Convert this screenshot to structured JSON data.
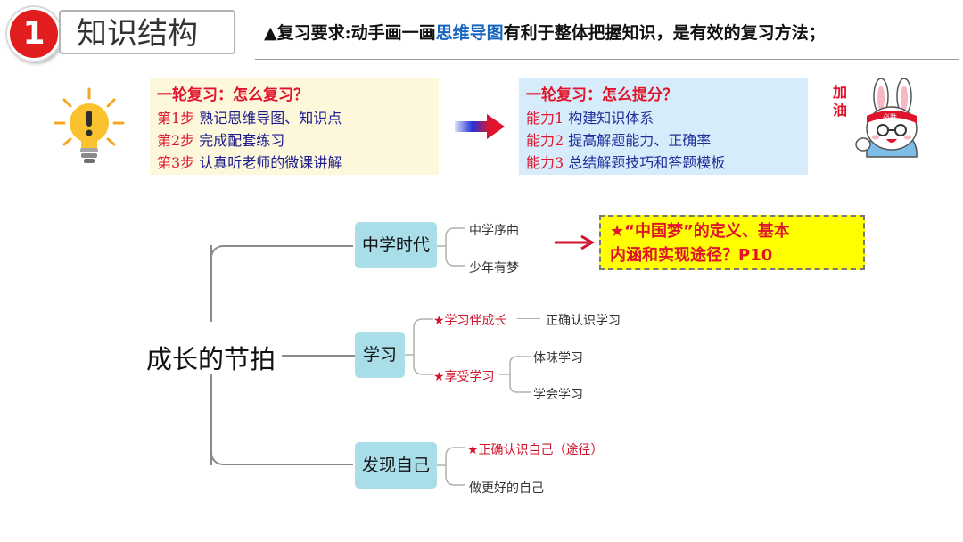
{
  "header": {
    "number": "1",
    "title": "知识结构",
    "requirement_prefix": "▲复习要求:动手画一画",
    "requirement_highlight": "思维导图",
    "requirement_suffix": "有利于整体把握知识，是有效的复习方法；"
  },
  "left_box": {
    "title": "一轮复习：怎么复习？",
    "steps": [
      {
        "key": "第1步",
        "text": "熟记思维导图、知识点"
      },
      {
        "key": "第2步",
        "text": "完成配套练习"
      },
      {
        "key": "第3步",
        "text": "认真听老师的微课讲解"
      }
    ]
  },
  "right_box": {
    "title": "一轮复习：怎么提分？",
    "steps": [
      {
        "key": "能力1",
        "text": "构建知识体系"
      },
      {
        "key": "能力2",
        "text": "提高解题能力、正确率"
      },
      {
        "key": "能力3",
        "text": "总结解题技巧和答题模板"
      }
    ]
  },
  "mascot": {
    "cheer_text": "加油",
    "headband_text": "必胜"
  },
  "mindmap": {
    "root": "成长的节拍",
    "branches": [
      {
        "label": "中学时代",
        "leaves": [
          "中学序曲",
          "少年有梦"
        ]
      },
      {
        "label": "学习",
        "leaves": [
          {
            "label": "★学习伴成长",
            "children": [
              "正确认识学习"
            ]
          },
          {
            "label": "★享受学习",
            "children": [
              "体味学习",
              "学会学习"
            ]
          }
        ]
      },
      {
        "label": "发现自己",
        "leaves": [
          "★正确认识自己（途径）",
          "做更好的自己"
        ]
      }
    ]
  },
  "callout": {
    "line1": "★“中国梦”的定义、基本",
    "line2": "内涵和实现途径？P10"
  },
  "colors": {
    "accent_red": "#e0142b",
    "node_fill": "#a9dde8",
    "callout_fill": "#ffff00",
    "badge": "#e21d1d"
  }
}
